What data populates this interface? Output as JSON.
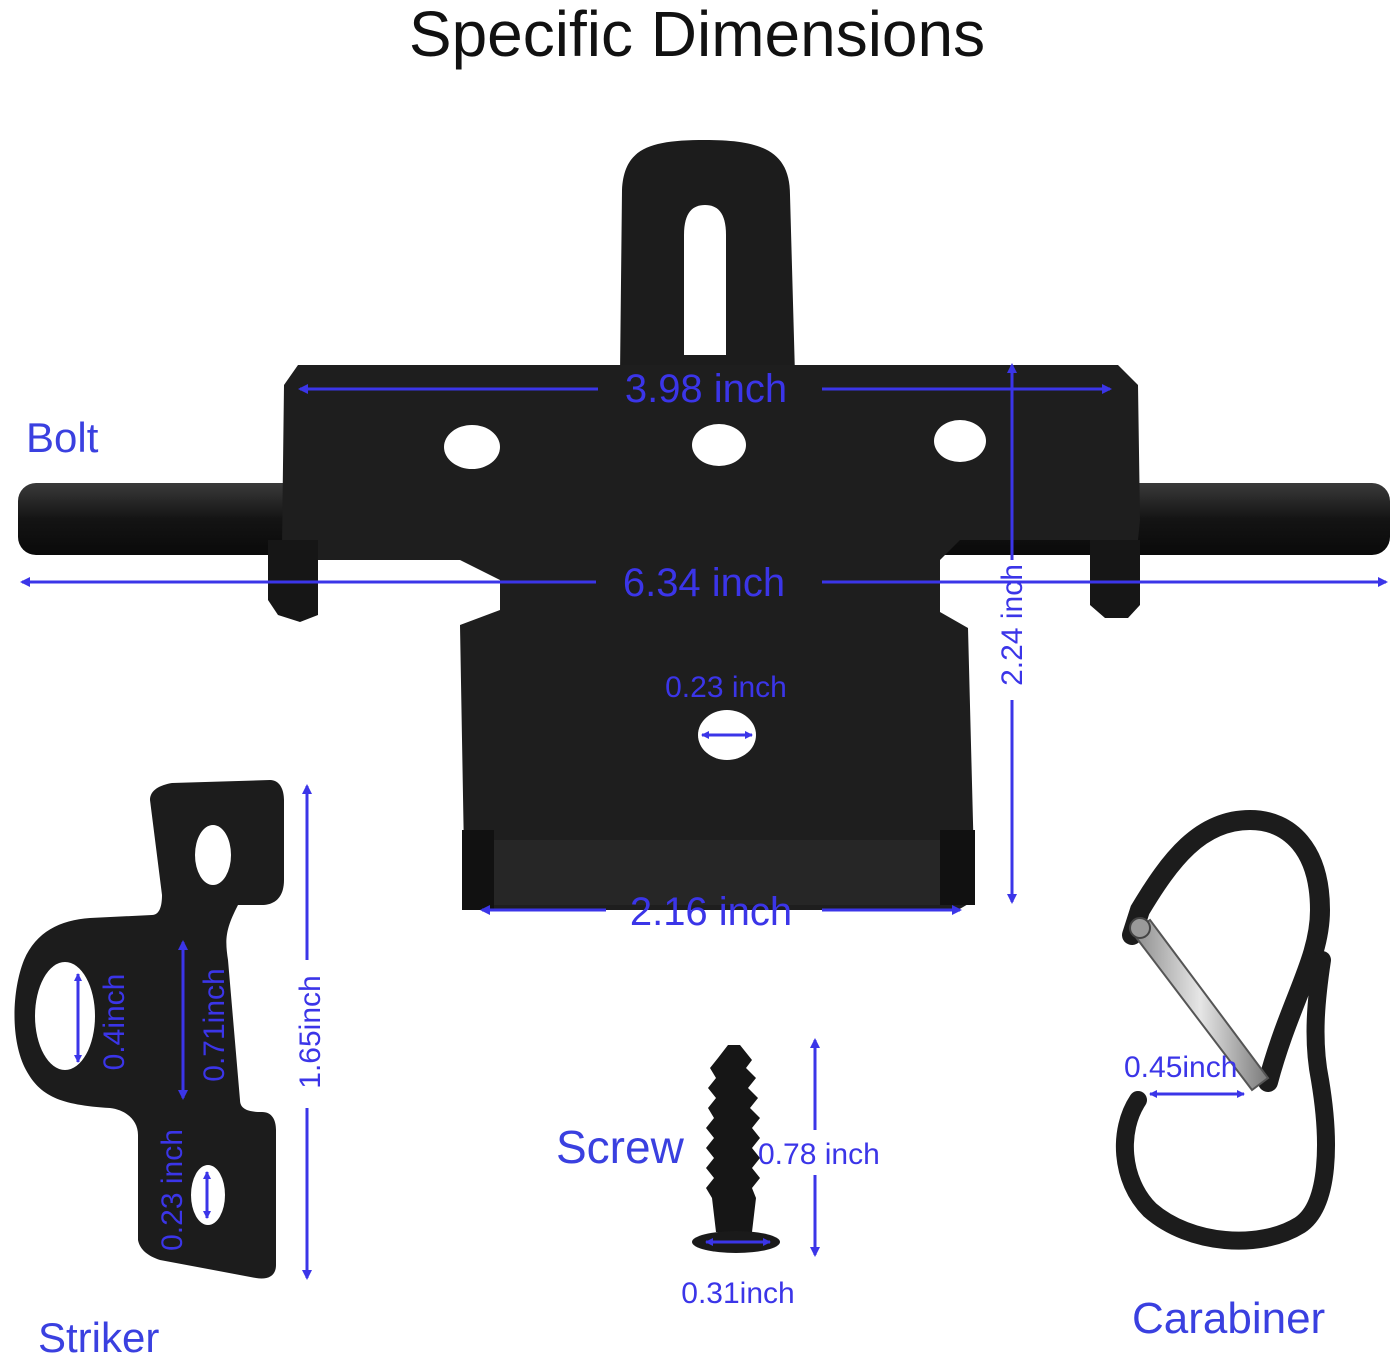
{
  "title": "Specific Dimensions",
  "colors": {
    "background": "#ffffff",
    "metal": "#1c1c1c",
    "dimension_blue": "#3b35e8",
    "steel": "#b9b9b9"
  },
  "labels": {
    "bolt": "Bolt",
    "striker": "Striker",
    "screw": "Screw",
    "carabiner": "Carabiner"
  },
  "dimensions": {
    "plate_width": "3.98 inch",
    "overall_length": "6.34 inch",
    "height": "2.24 inch",
    "hole_diameter": "0.23 inch",
    "base_width": "2.16 inch",
    "striker_height": "1.65inch",
    "striker_slot": "0.71inch",
    "striker_hole": "0.4inch",
    "striker_small_hole": "0.23 inch",
    "screw_length": "0.78 inch",
    "screw_head": "0.31inch",
    "carabiner_gap": "0.45inch"
  }
}
